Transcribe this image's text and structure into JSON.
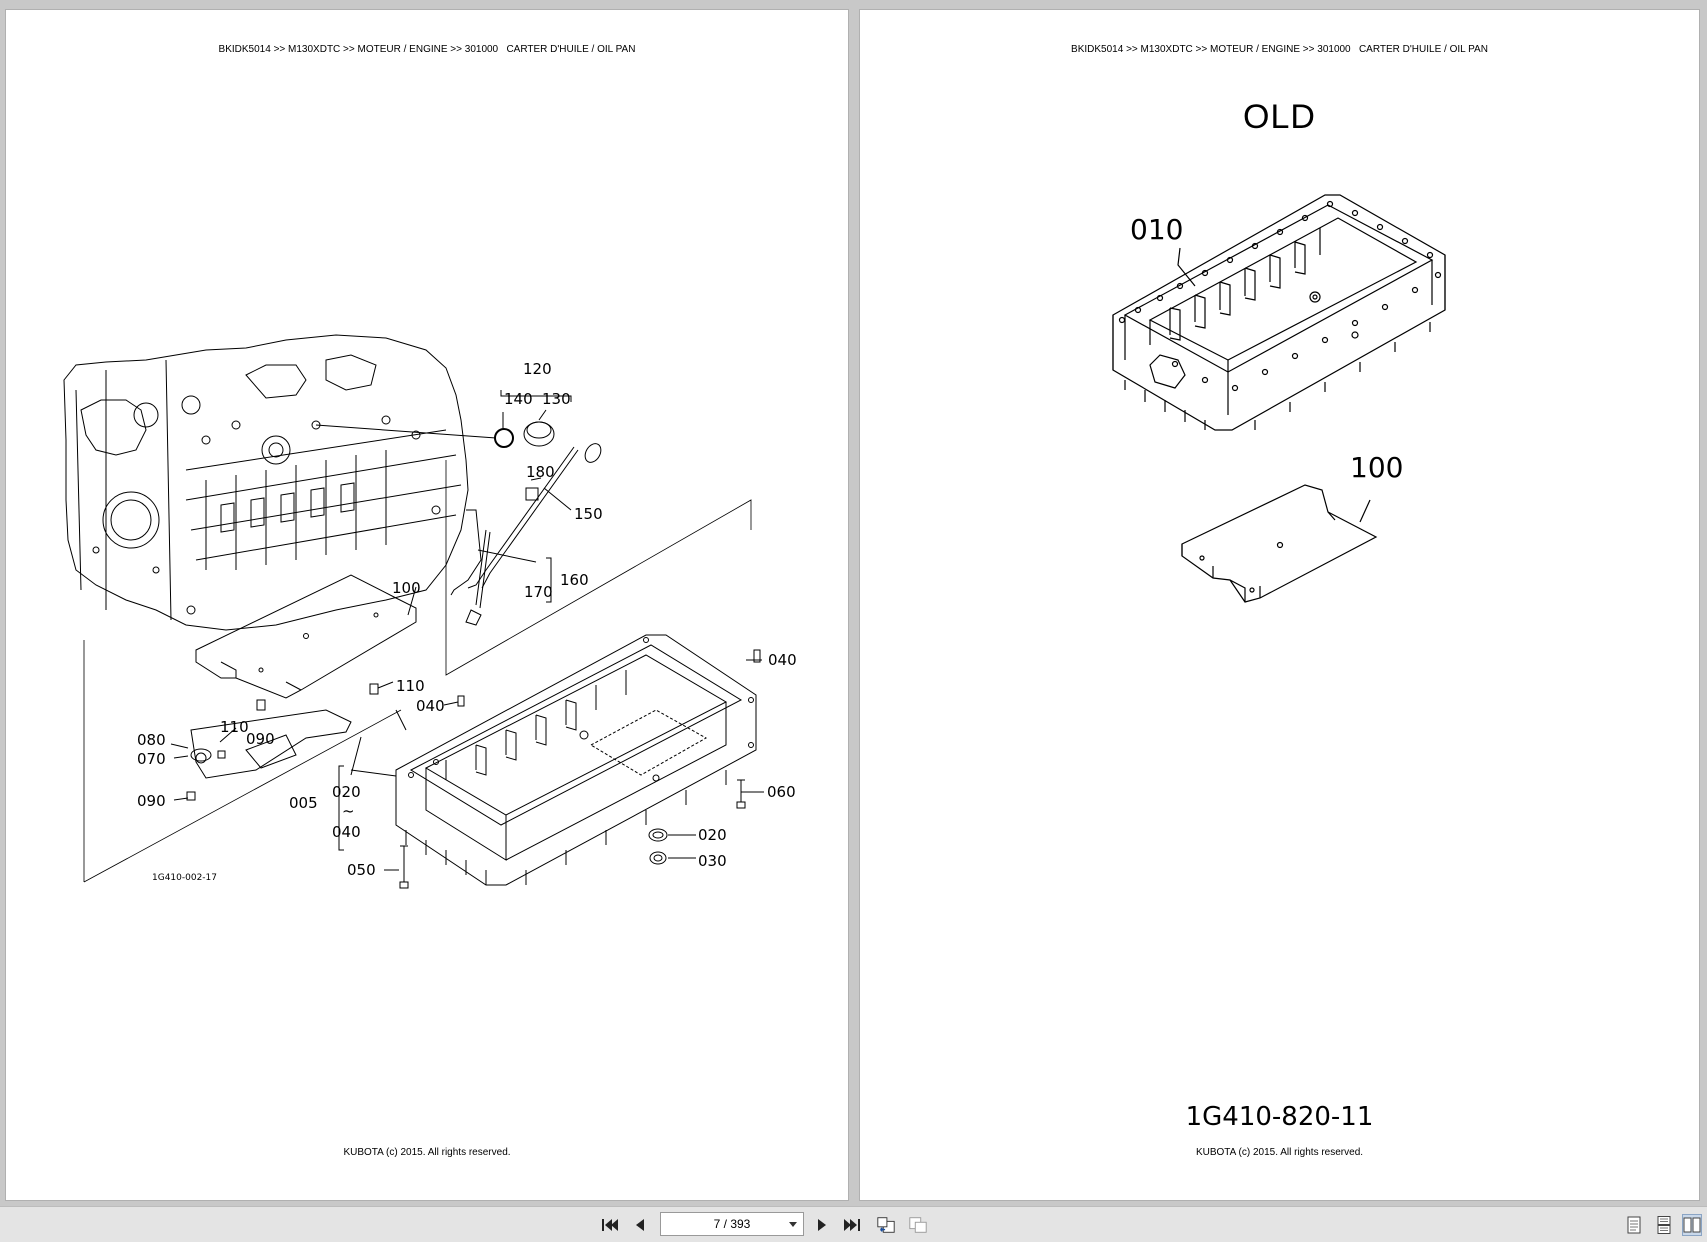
{
  "left_page": {
    "header": "BKIDK5014 >> M130XDTC >> MOTEUR / ENGINE >> 301000   CARTER D'HUILE / OIL PAN",
    "footer": "KUBOTA (c) 2015. All rights reserved.",
    "figure_id": "1G410-002-17",
    "callouts": {
      "c120": "120",
      "c140": "140",
      "c130": "130",
      "c180": "180",
      "c150": "150",
      "c160": "160",
      "c170": "170",
      "c100": "100",
      "c110a": "110",
      "c110b": "110",
      "c040a": "040",
      "c040b": "040",
      "c080": "080",
      "c070": "070",
      "c090a": "090",
      "c090b": "090",
      "c005": "005",
      "c020a": "020",
      "c040c": "040",
      "c060": "060",
      "c020b": "020",
      "c030": "030",
      "c050": "050",
      "tilde": "~"
    }
  },
  "right_page": {
    "header": "BKIDK5014 >> M130XDTC >> MOTEUR / ENGINE >> 301000   CARTER D'HUILE / OIL PAN",
    "title": "OLD",
    "callouts": {
      "c010": "010",
      "c100": "100"
    },
    "part_number": "1G410-820-11",
    "footer": "KUBOTA (c) 2015. All rights reserved."
  },
  "toolbar": {
    "page_indicator": "7 / 393",
    "icons": [
      "first-page-icon",
      "previous-page-icon",
      "next-page-icon",
      "last-page-icon",
      "previous-view-icon",
      "next-view-icon",
      "single-page-view-icon",
      "continuous-view-icon",
      "two-page-view-icon"
    ]
  }
}
